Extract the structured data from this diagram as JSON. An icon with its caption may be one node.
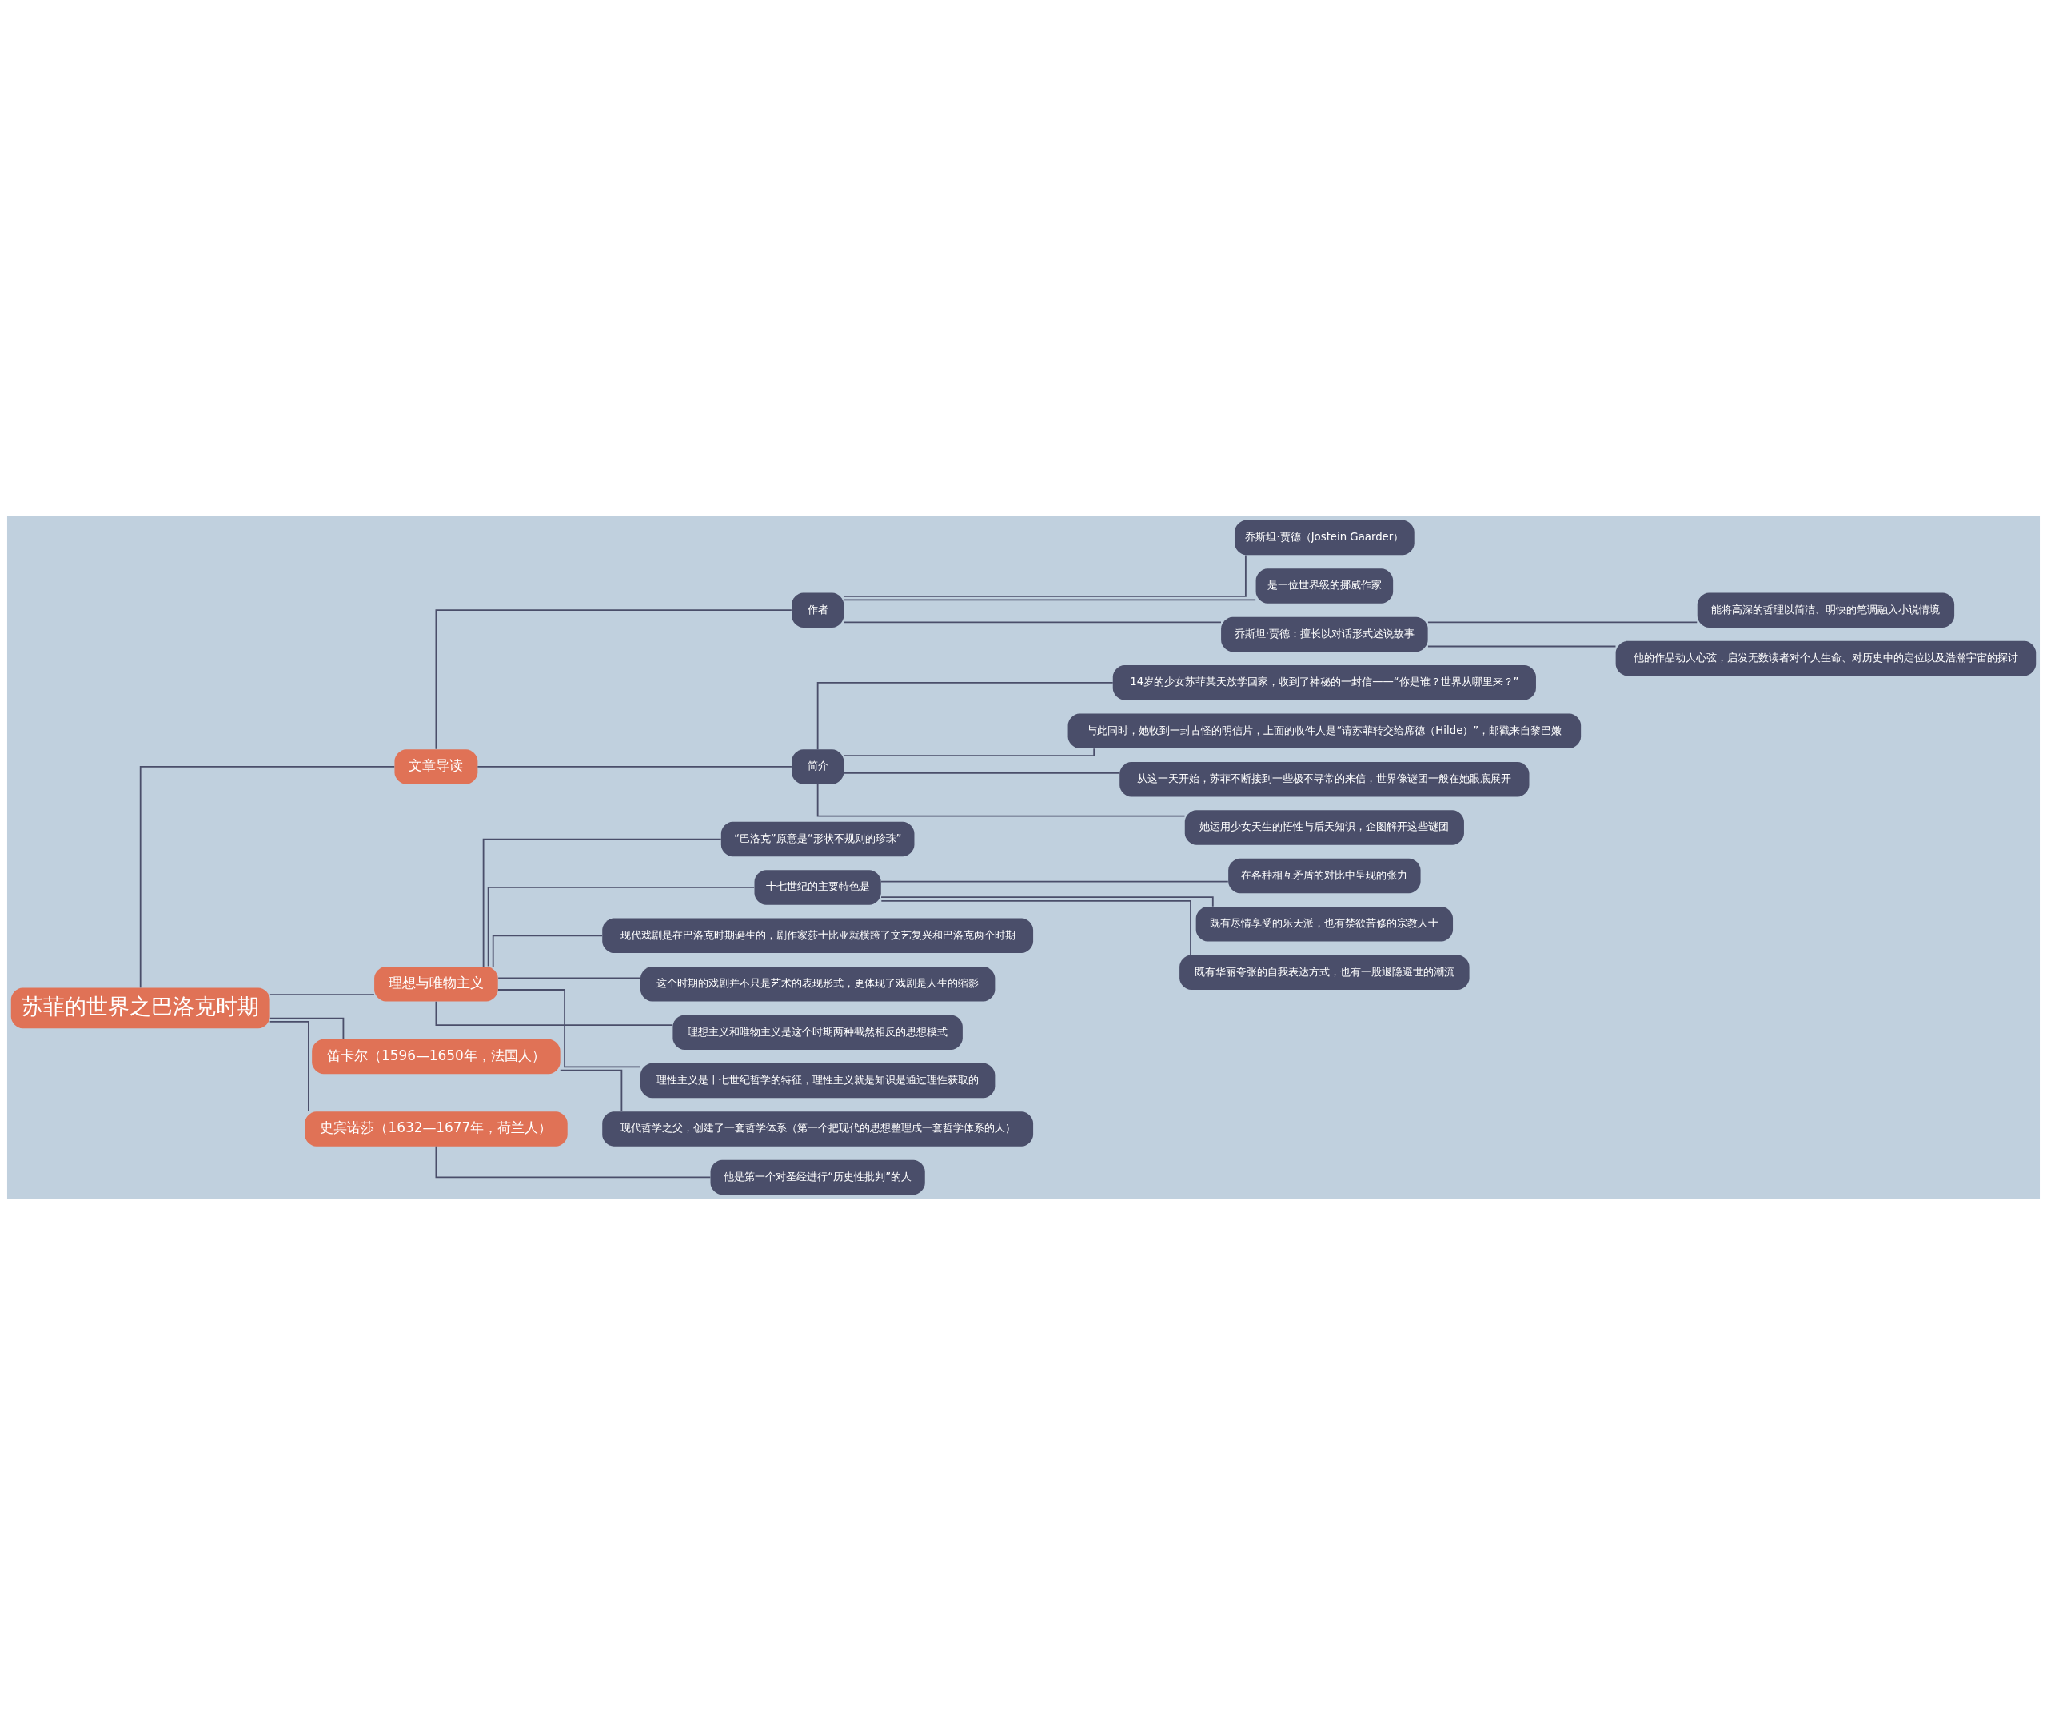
{
  "diagram": {
    "nodes": [
      {
        "text": [
          "苏菲的世界之巴洛克时期"
        ]
      },
      {
        "text": [
          "文章导读"
        ]
      },
      {
        "text": [
          "作者"
        ]
      },
      {
        "text": [
          "乔斯坦·贾德（Jostein Gaarder）"
        ]
      },
      {
        "text": [
          "是一位世界级的挪威作家"
        ]
      },
      {
        "text": [
          "乔斯坦·贾德：擅长以对话形式述说故事"
        ]
      },
      {
        "text": [
          "能将高深的哲理以简洁、明快的笔调融入小说情境"
        ]
      },
      {
        "text": [
          "他的作品动人心弦，启发无数读者对个人生命、对历史中的定位以及浩瀚宇宙的探讨"
        ]
      },
      {
        "text": [
          "简介"
        ]
      },
      {
        "text": [
          "14岁的少女苏菲某天放学回家，收到了神秘的一封信——“你是谁？世界从哪里来？”"
        ]
      },
      {
        "text": [
          "与此同时，她收到一封古怪的明信片，上面的收件人是“请苏菲转交给席德（Hilde）”，邮戳来自黎巴嫩"
        ]
      },
      {
        "text": [
          "从这一天开始，苏菲不断接到一些极不寻常的来信，世界像谜团一般在她眼底展开"
        ]
      },
      {
        "text": [
          "她运用少女天生的悟性与后天知识，企图解开这些谜团"
        ]
      },
      {
        "text": [
          "理想与唯物主义"
        ]
      },
      {
        "text": [
          "“巴洛克”原意是“形状不规则的珍珠”"
        ]
      },
      {
        "text": [
          "十七世纪的主要特色是"
        ]
      },
      {
        "text": [
          "在各种相互矛盾的对比中呈现的张力"
        ]
      },
      {
        "text": [
          "既有尽情享受的乐天派，也有禁欲苦修的宗教人士"
        ]
      },
      {
        "text": [
          "既有华丽夸张的自我表达方式，也有一股退隐避世的潮流"
        ]
      },
      {
        "text": [
          "现代戏剧是在巴洛克时期诞生的，剧作家莎士比亚就横跨了文艺复兴和巴洛克两个时期"
        ]
      },
      {
        "text": [
          "这个时期的戏剧并不只是艺术的表现形式，更体现了戏剧是人生的缩影"
        ]
      },
      {
        "text": [
          "理想主义和唯物主义是这个时期两种截然相反的思想模式"
        ]
      },
      {
        "text": [
          "理性主义是十七世纪哲学的特征，理性主义就是知识是通过理性获取的"
        ]
      },
      {
        "text": [
          "笛卡尔（1596—1650年，法国人）"
        ]
      },
      {
        "text": [
          "现代哲学之父，创建了一套哲学体系（第一个把现代的思想整理成一套哲学体系的人）"
        ]
      },
      {
        "text": [
          "史宾诺莎（1632—1677年，荷兰人）"
        ]
      },
      {
        "text": [
          "他是第一个对圣经进行“历史性批判”的人"
        ]
      }
    ],
    "edges": [
      {
        "from": 0,
        "to": 1,
        "arrow": "none"
      },
      {
        "from": 1,
        "to": 2,
        "arrow": "none"
      },
      {
        "from": 2,
        "to": 3,
        "arrow": "none"
      },
      {
        "from": 2,
        "to": 4,
        "arrow": "none"
      },
      {
        "from": 2,
        "to": 5,
        "arrow": "none"
      },
      {
        "from": 5,
        "to": 6,
        "arrow": "none"
      },
      {
        "from": 5,
        "to": 7,
        "arrow": "none"
      },
      {
        "from": 1,
        "to": 8,
        "arrow": "none"
      },
      {
        "from": 8,
        "to": 9,
        "arrow": "none"
      },
      {
        "from": 8,
        "to": 10,
        "arrow": "none"
      },
      {
        "from": 8,
        "to": 11,
        "arrow": "none"
      },
      {
        "from": 8,
        "to": 12,
        "arrow": "none"
      },
      {
        "from": 0,
        "to": 13,
        "arrow": "none"
      },
      {
        "from": 13,
        "to": 14,
        "arrow": "none"
      },
      {
        "from": 13,
        "to": 15,
        "arrow": "none"
      },
      {
        "from": 15,
        "to": 16,
        "arrow": "none"
      },
      {
        "from": 15,
        "to": 17,
        "arrow": "none"
      },
      {
        "from": 15,
        "to": 18,
        "arrow": "none"
      },
      {
        "from": 13,
        "to": 19,
        "arrow": "none"
      },
      {
        "from": 13,
        "to": 20,
        "arrow": "none"
      },
      {
        "from": 13,
        "to": 21,
        "arrow": "none"
      },
      {
        "from": 13,
        "to": 22,
        "arrow": "none"
      },
      {
        "from": 0,
        "to": 23,
        "arrow": "none"
      },
      {
        "from": 23,
        "to": 24,
        "arrow": "none"
      },
      {
        "from": 0,
        "to": 25,
        "arrow": "none"
      },
      {
        "from": 25,
        "to": 26,
        "arrow": "none"
      }
    ]
  }
}
